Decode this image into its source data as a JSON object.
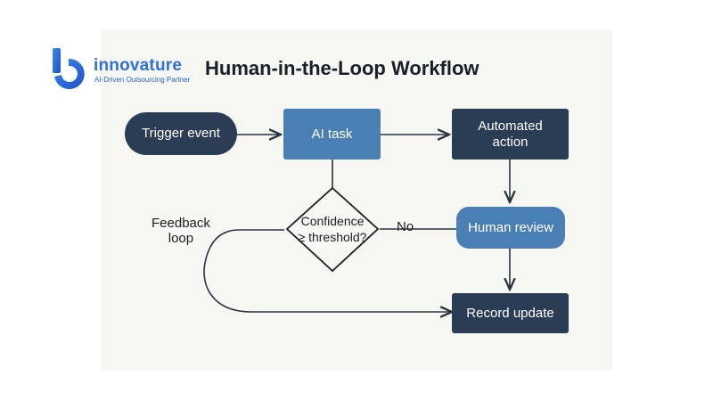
{
  "brand": {
    "name": "innovature",
    "tagline": "AI-Driven Outsourcing Partner",
    "logo_icon": "innovature-logo-icon"
  },
  "title": "Human-in-the-Loop Workflow",
  "nodes": {
    "trigger": "Trigger event",
    "ai_task": "AI task",
    "automated_line1": "Automated",
    "automated_line2": "action",
    "decision_line1": "Confidence",
    "decision_line2": "≥ threshold?",
    "human_review": "Human review",
    "record_update": "Record update"
  },
  "edge_labels": {
    "no": "No",
    "feedback_line1": "Feedback",
    "feedback_line2": "loop"
  },
  "colors": {
    "dark_node": "#2b3c55",
    "mid_node": "#4a7fb5",
    "arrow": "#2b3340",
    "brand_blue": "#2f6fe0"
  }
}
